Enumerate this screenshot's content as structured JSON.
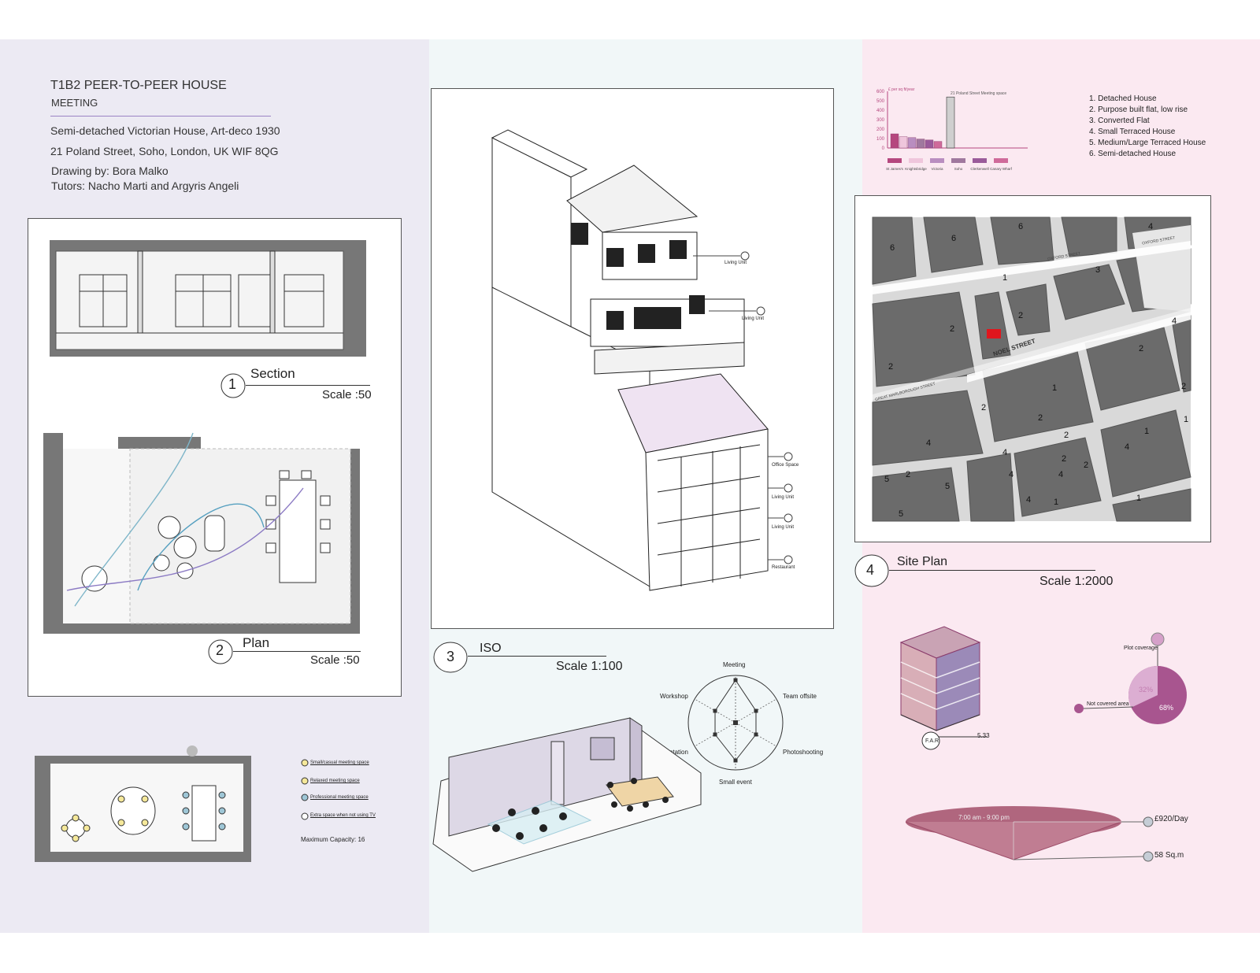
{
  "header": {
    "title": "T1B2 PEER-TO-PEER HOUSE",
    "subtitle": "MEETING",
    "description": "Semi-detached Victorian House, Art-deco 1930",
    "address": "21 Poland Street, Soho, London, UK WIF 8QG",
    "drawing_by": "Drawing by: Bora Malko",
    "tutors": "Tutors: Nacho Marti and Argyris Angeli"
  },
  "drawings": {
    "section": {
      "number": "1",
      "title": "Section",
      "scale": "Scale :50"
    },
    "plan": {
      "number": "2",
      "title": "Plan",
      "scale": "Scale :50"
    },
    "iso": {
      "number": "3",
      "title": "ISO",
      "scale": "Scale 1:100"
    },
    "site": {
      "number": "4",
      "title": "Site Plan",
      "scale": "Scale 1:2000"
    }
  },
  "iso_labels": [
    "Living Unit",
    "Living Unit",
    "Office Space",
    "Living Unit",
    "Living Unit",
    "Restaurant"
  ],
  "plan_legend": {
    "items": [
      "Small/casual meeting space",
      "Relaxed meeting space",
      "Professional meeting space",
      "Extra space when not using TV"
    ],
    "capacity": "Maximum Capacity: 16"
  },
  "radar": {
    "axes": [
      "Meeting",
      "Team offsite",
      "Photoshooting",
      "Small event",
      "Presentation",
      "Workshop"
    ],
    "values": [
      0.9,
      0.5,
      0.5,
      0.8,
      0.5,
      0.5
    ]
  },
  "chart_data": {
    "type": "bar",
    "ylabel": "£ per sq ft/year",
    "categories": [
      "St James's",
      "Knightsbridge",
      "Victoria",
      "Soho",
      "Clerkenwell",
      "Canary Wharf"
    ],
    "values": [
      150,
      120,
      110,
      95,
      85,
      70
    ],
    "highlight": {
      "label": "21 Poland Street Meeting space",
      "value": 540
    },
    "ylim": [
      0,
      600
    ],
    "yticks": [
      "0",
      "100",
      "200",
      "300",
      "400",
      "500",
      "600"
    ],
    "colors": [
      "#b5477e",
      "#efc6dc",
      "#b98ec0",
      "#a0789e",
      "#9a5a9a",
      "#cf6a9a"
    ],
    "highlight_color": "#cfcfcf"
  },
  "house_types": [
    "1. Detached House",
    "2. Purpose built flat, low rise",
    "3. Converted Flat",
    "4. Small Terraced House",
    "5. Medium/Large Terraced House",
    "6. Semi-detached House"
  ],
  "site_map": {
    "streets": [
      "OXFORD STREET",
      "OXFORD STREET",
      "NOEL STREET",
      "GREAT MARLBOROUGH STREET"
    ],
    "block_numbers": [
      "6",
      "6",
      "6",
      "4",
      "3",
      "2",
      "2",
      "1",
      "2",
      "4",
      "2",
      "2",
      "2",
      "2",
      "1",
      "2",
      "2",
      "4",
      "4",
      "2",
      "1",
      "4",
      "4",
      "5",
      "5",
      "5",
      "4",
      "2",
      "1",
      "1",
      "4",
      "1"
    ]
  },
  "far": {
    "label": "F.A.R",
    "value": "5.33"
  },
  "coverage": {
    "plot_label": "Plot coverage",
    "not_covered_label": "Not covered area",
    "covered_pct": "32%",
    "not_covered_pct": "68%",
    "covered_fraction": 0.32
  },
  "cone": {
    "hours": "7:00 am - 9:00 pm",
    "price": "£920/Day",
    "area": "58 Sq.m"
  }
}
